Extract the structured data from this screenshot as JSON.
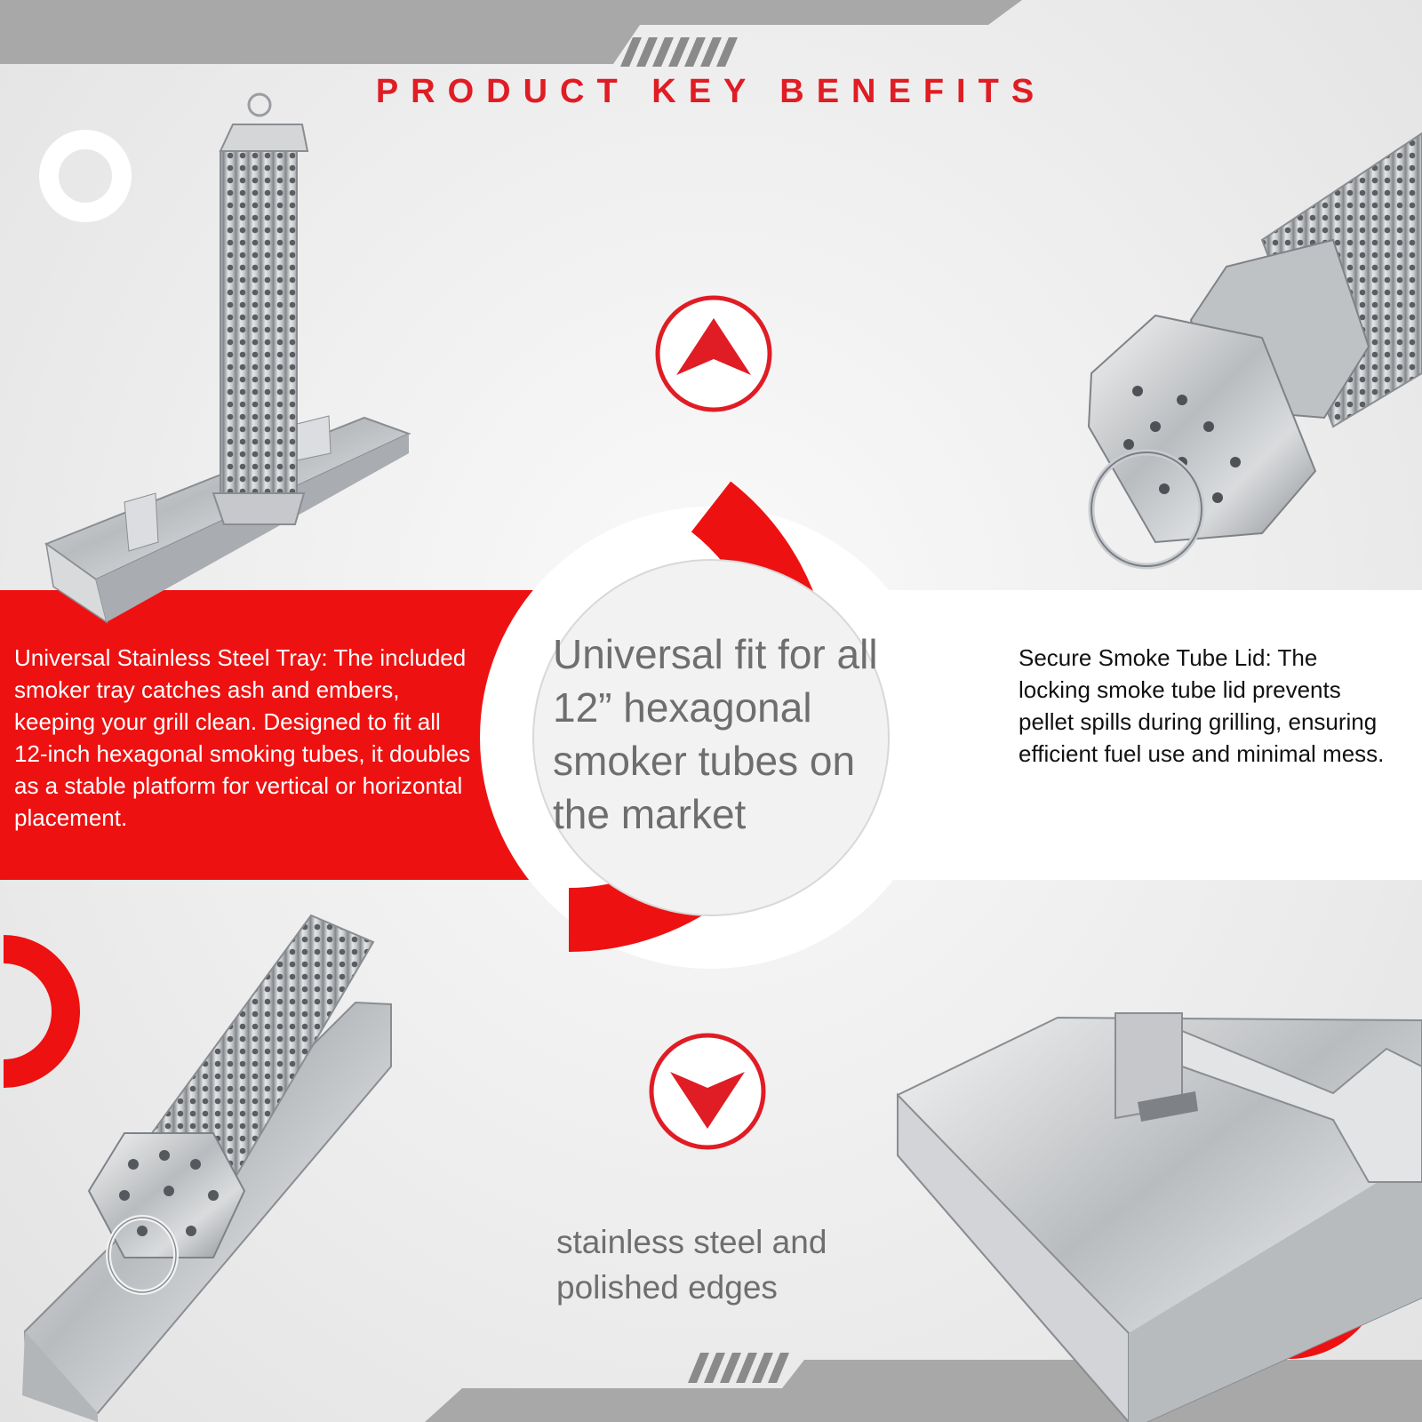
{
  "title": "Product Key Benefits",
  "benefits": {
    "tray": "Universal Stainless Steel Tray: The included smoker tray catches ash and embers, keeping your grill clean. Designed to fit all 12-inch hexagonal smoking tubes, it doubles as a stable platform for vertical or horizontal placement.",
    "lid": "Secure Smoke Tube Lid: The locking smoke tube lid prevents pellet spills during grilling, ensuring efficient fuel use and minimal mess.",
    "fit": "Universal fit for all 12” hexagonal smoker tubes on the market",
    "material": "stainless steel and polished edges"
  },
  "icons": {
    "up": "up-arrow-circle-icon",
    "down": "down-arrow-circle-icon"
  },
  "colors": {
    "accent": "#ee1111",
    "gray_band": "#a8a8a8",
    "text_gray": "#6e6e6e"
  }
}
